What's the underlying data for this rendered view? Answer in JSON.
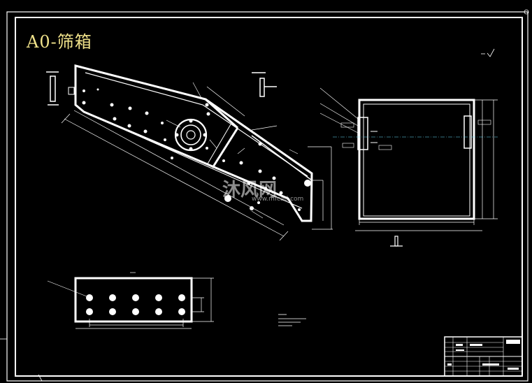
{
  "title": "A0-筛箱",
  "watermark": {
    "text": "沐风网",
    "url": "www.mfcad.com"
  },
  "colors": {
    "background": "#000000",
    "lines": "#ffffff",
    "title": "#f0e28a",
    "cyan": "#66e0ff"
  }
}
